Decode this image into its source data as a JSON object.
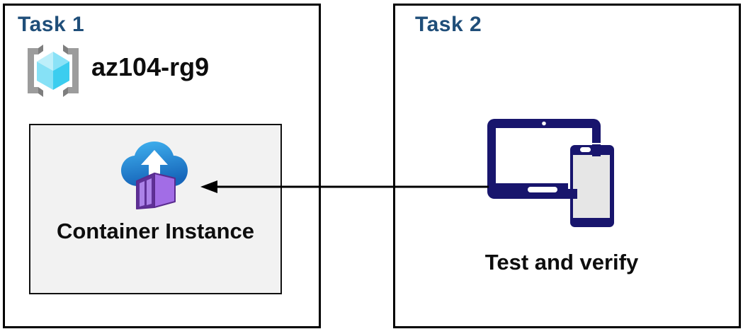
{
  "task1": {
    "title": "Task 1",
    "resource_group_name": "az104-rg9",
    "container_label": "Container Instance"
  },
  "task2": {
    "title": "Task 2",
    "label": "Test and verify"
  },
  "arrow": {
    "direction": "right-to-left",
    "from": "Test and verify",
    "to": "Container Instance"
  },
  "colors": {
    "title_blue": "#1f4e79",
    "device_navy": "#18156d",
    "box_border": "#000000",
    "card_bg": "#f2f2f2",
    "cloud_blue_top": "#41b4f1",
    "cloud_blue_bottom": "#1766ba",
    "container_purple": "#a26de6",
    "cube_cyan": "#4fd4f2",
    "bracket_gray": "#9c9c9c"
  }
}
